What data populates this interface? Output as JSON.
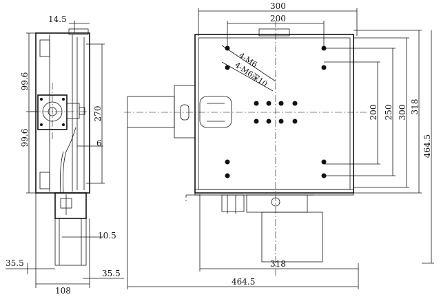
{
  "side_view": {
    "dims": {
      "offset_top": "14.5",
      "half_pitch_upper": "99.6",
      "half_pitch_lower": "99.6",
      "height": "270",
      "gap": "6",
      "bracket": "10.5",
      "foot": "35.5",
      "foot_right": "35.5",
      "base_width": "108"
    }
  },
  "front_view": {
    "dims": {
      "width_300": "300",
      "hole_span_200": "200",
      "hole_span_v200": "200",
      "span_250": "250",
      "span_300": "300",
      "span_318": "318",
      "overall_height": "464.5",
      "bottom_318": "318",
      "overall_width": "464.5"
    },
    "notes": {
      "m6": "4-M6",
      "m6_deep": "4-M6深10"
    }
  }
}
